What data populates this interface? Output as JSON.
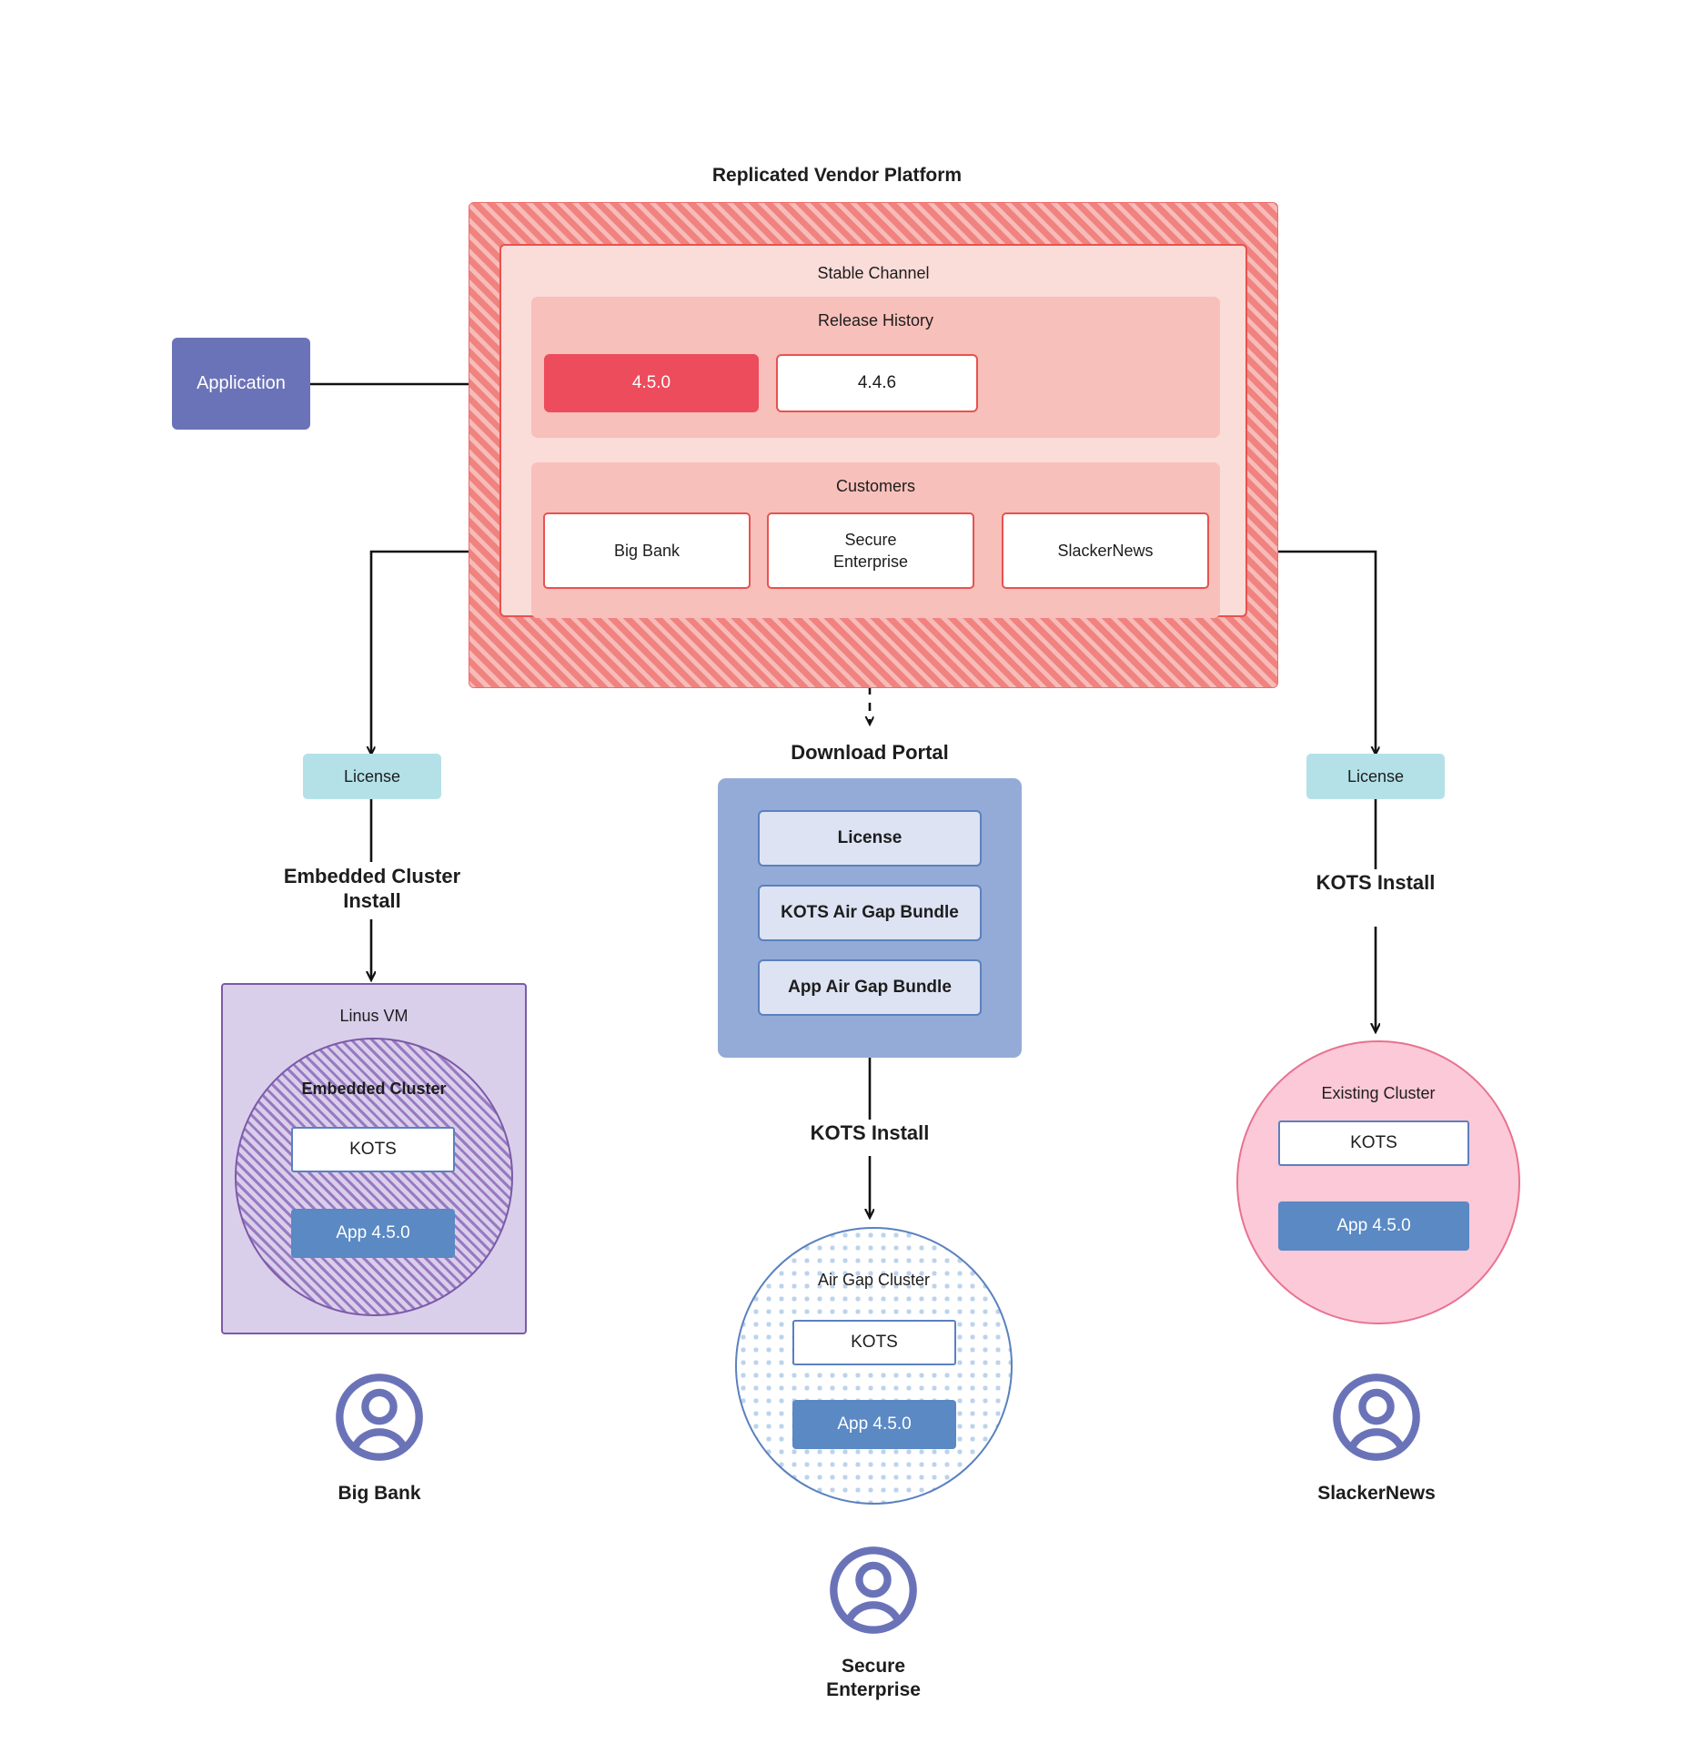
{
  "platform": {
    "title": "Replicated Vendor Platform",
    "channel_label": "Stable Channel",
    "release_history_label": "Release History",
    "releases": [
      {
        "version": "4.5.0",
        "state": "active"
      },
      {
        "version": "4.4.6",
        "state": "idle"
      }
    ],
    "customers_label": "Customers",
    "customers": [
      {
        "name": "Big Bank"
      },
      {
        "name": "Secure\nEnterprise"
      },
      {
        "name": "SlackerNews"
      }
    ]
  },
  "application_node": {
    "label": "Application"
  },
  "branches": {
    "left": {
      "license_label": "License",
      "flow_label": "Embedded Cluster\nInstall",
      "vm_title": "Linus VM",
      "cluster_title": "Embedded Cluster",
      "kots_label": "KOTS",
      "app_label": "App 4.5.0",
      "customer_label": "Big Bank"
    },
    "middle": {
      "portal_title": "Download  Portal",
      "portal_items": [
        "License",
        "KOTS Air Gap Bundle",
        "App Air Gap Bundle"
      ],
      "flow_label": "KOTS Install",
      "cluster_title": "Air Gap Cluster",
      "kots_label": "KOTS",
      "app_label": "App 4.5.0",
      "customer_label": "Secure\nEnterprise"
    },
    "right": {
      "license_label": "License",
      "flow_label": "KOTS Install",
      "cluster_title": "Existing Cluster",
      "kots_label": "KOTS",
      "app_label": "App 4.5.0",
      "customer_label": "SlackerNews"
    }
  },
  "colors": {
    "platform_hatch": "#f0837f",
    "platform_inner": "#fadcd9",
    "platform_section": "#f8c0ba",
    "release_active": "#ed4c5c",
    "application": "#6b73b8",
    "license": "#b4e1e8",
    "portal": "#93abd6",
    "portal_item": "#dde3f3",
    "vm": "#d9cfeb",
    "existing_cluster": "#fbc9d8",
    "app_version": "#5a89c4",
    "avatar": "#6b73b8"
  },
  "icons": {
    "avatar": "user-avatar-icon"
  }
}
